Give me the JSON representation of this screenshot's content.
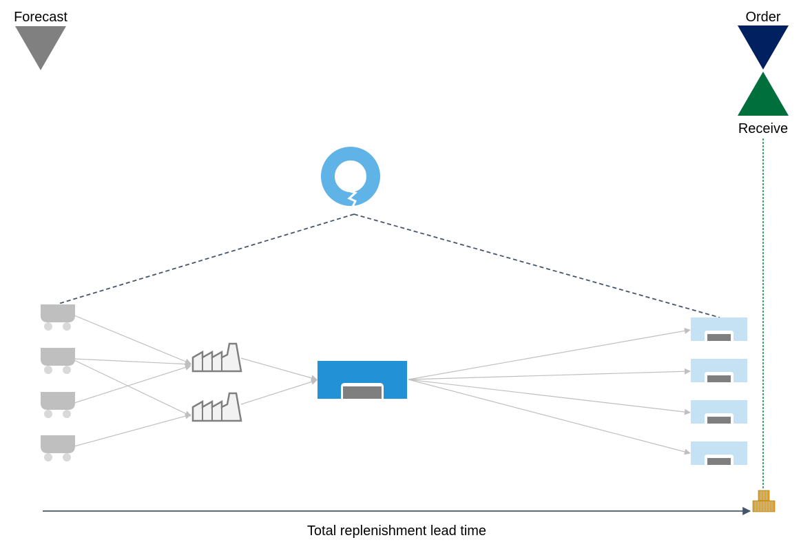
{
  "labels": {
    "forecast": "Forecast",
    "order": "Order",
    "receive": "Receive",
    "lead_time": "Total replenishment lead time"
  },
  "colors": {
    "forecast_triangle": "#808080",
    "order_triangle": "#002060",
    "receive_triangle": "#006f3c",
    "cycle_icon": "#5fb3e6",
    "central_warehouse": "#2291d6",
    "local_warehouse": "#c5e2f5",
    "dashed_line": "#44546a",
    "receive_line": "#00873c",
    "flow_arrow": "#bfbfbf",
    "node_gray": "#bfbfbf",
    "lead_time_arrow": "#44546a"
  },
  "nodes": {
    "suppliers": [
      "mine-cart-icon",
      "mine-cart-icon",
      "mine-cart-icon",
      "mine-cart-icon"
    ],
    "factories": [
      "factory-icon",
      "factory-icon"
    ],
    "central_warehouse": "warehouse-icon",
    "local_warehouses": [
      "warehouse-icon",
      "warehouse-icon",
      "warehouse-icon",
      "warehouse-icon"
    ],
    "inventory": "pallet-boxes-icon",
    "planning": "cycle-icon"
  }
}
